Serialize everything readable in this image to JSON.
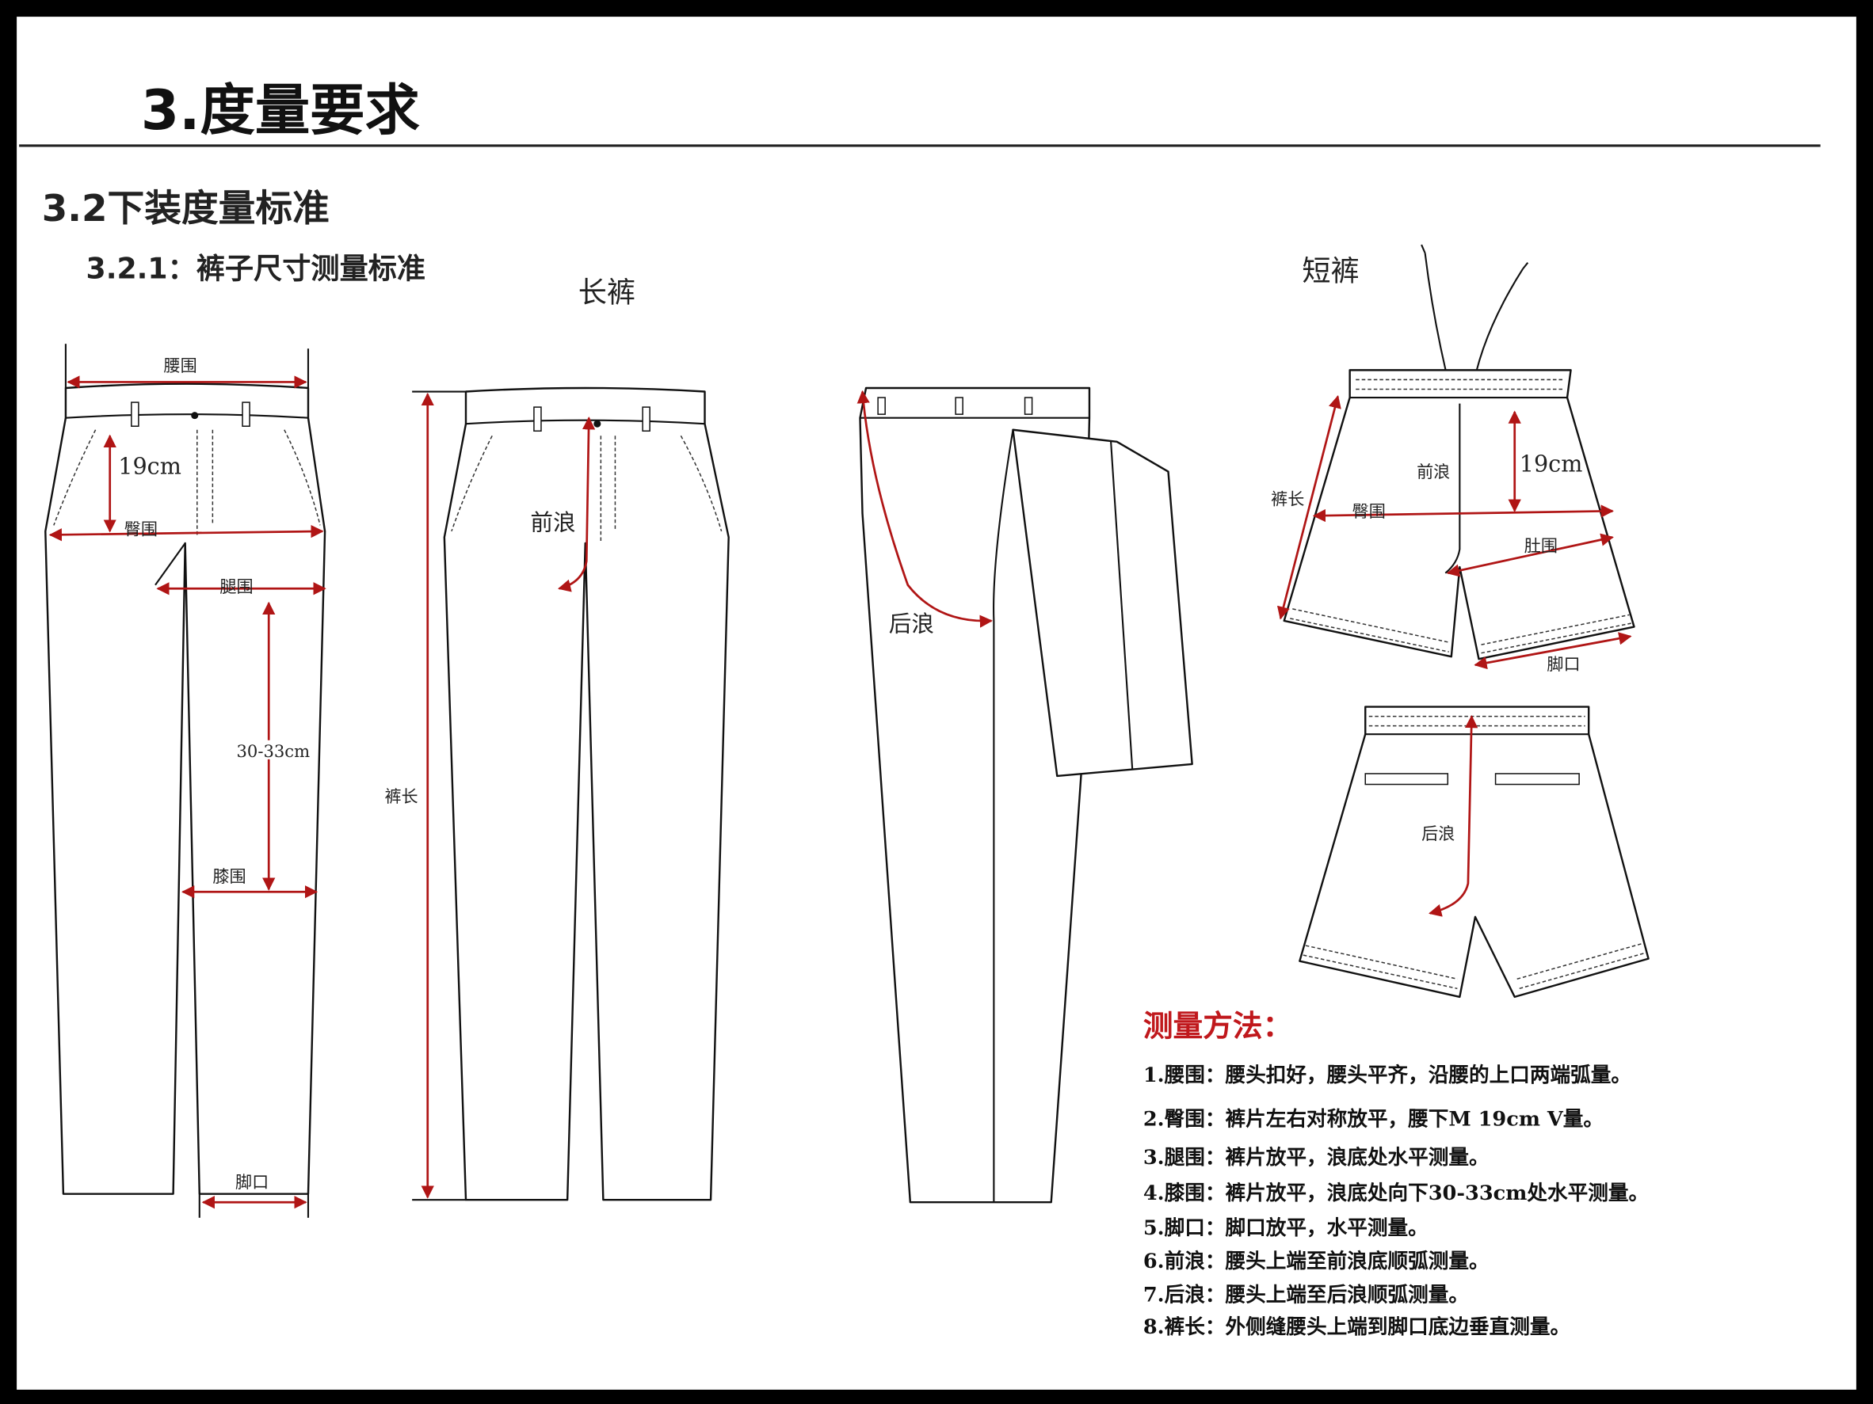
{
  "title": "3.度量要求",
  "section": "3.2下装度量标准",
  "subsection": "3.2.1：裤子尺寸测量标准",
  "captions": {
    "long_pants": "长裤",
    "shorts": "短裤"
  },
  "long_pants_labels": {
    "waist": "腰围",
    "rise_19": "19cm",
    "hip": "臀围",
    "thigh": "腿围",
    "knee_drop": "30-33cm",
    "knee": "膝围",
    "hem": "脚口",
    "length": "裤长",
    "front_rise": "前浪",
    "back_rise": "后浪"
  },
  "shorts_labels": {
    "length": "裤长",
    "front_rise": "前浪",
    "rise_19": "19cm",
    "hip": "臀围",
    "belly": "肚围",
    "hem": "脚口",
    "back_rise": "后浪"
  },
  "method": {
    "heading": "测量方法：",
    "items": [
      "1.腰围：腰头扣好，腰头平齐，沿腰的上口两端弧量。",
      "2.臀围：裤片左右对称放平，腰下M 19cm V量。",
      "3.腿围：裤片放平，浪底处水平测量。",
      "4.膝围：裤片放平，浪底处向下30-33cm处水平测量。",
      "5.脚口：脚口放平，水平测量。",
      "6.前浪：腰头上端至前浪底顺弧测量。",
      "7.后浪：腰头上端至后浪顺弧测量。",
      "8.裤长：外侧缝腰头上端到脚口底边垂直测量。"
    ]
  },
  "colors": {
    "accent": "#c0181c",
    "measure_line": "#b01515"
  }
}
